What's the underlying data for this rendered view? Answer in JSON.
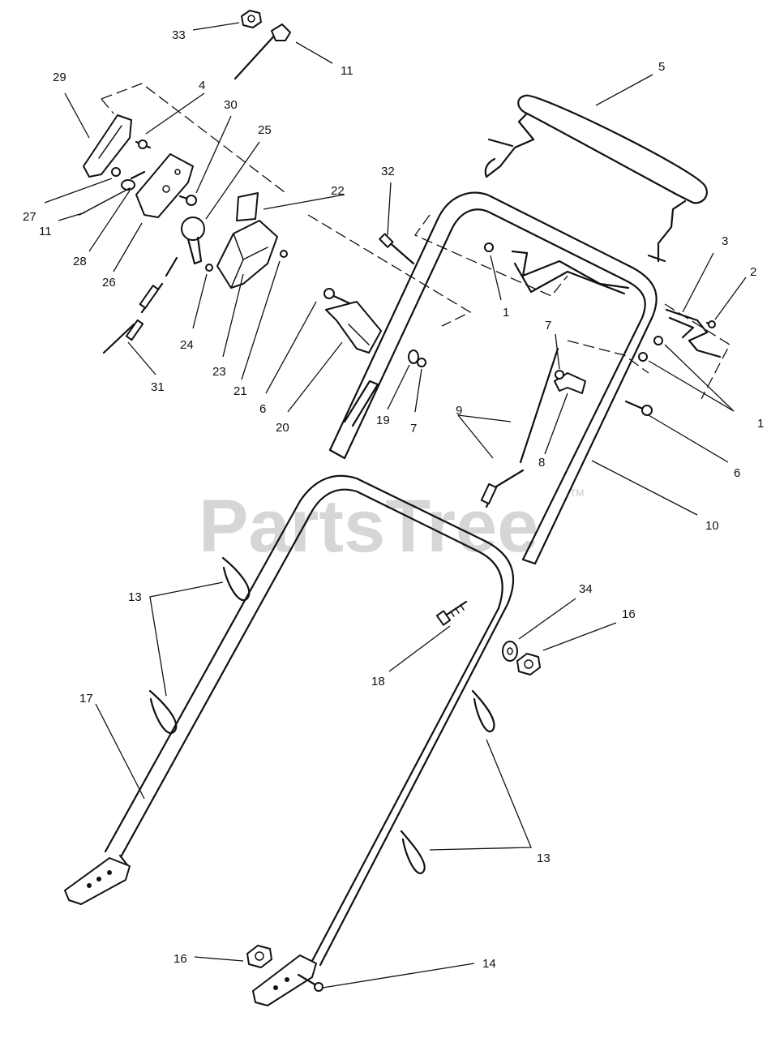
{
  "watermark": {
    "text": "PartsTree",
    "tm": "TM"
  },
  "callouts": {
    "c1a": "1",
    "c1b": "1",
    "c2": "2",
    "c3": "3",
    "c4": "4",
    "c5": "5",
    "c6a": "6",
    "c6b": "6",
    "c7a": "7",
    "c7b": "7",
    "c8": "8",
    "c9": "9",
    "c10": "10",
    "c11a": "11",
    "c11b": "11",
    "c13a": "13",
    "c13b": "13",
    "c14": "14",
    "c16a": "16",
    "c16b": "16",
    "c17": "17",
    "c18": "18",
    "c19": "19",
    "c20": "20",
    "c21": "21",
    "c22": "22",
    "c23": "23",
    "c24": "24",
    "c25": "25",
    "c26": "26",
    "c27": "27",
    "c28": "28",
    "c29": "29",
    "c30": "30",
    "c31": "31",
    "c32": "32",
    "c33": "33",
    "c34": "34"
  }
}
